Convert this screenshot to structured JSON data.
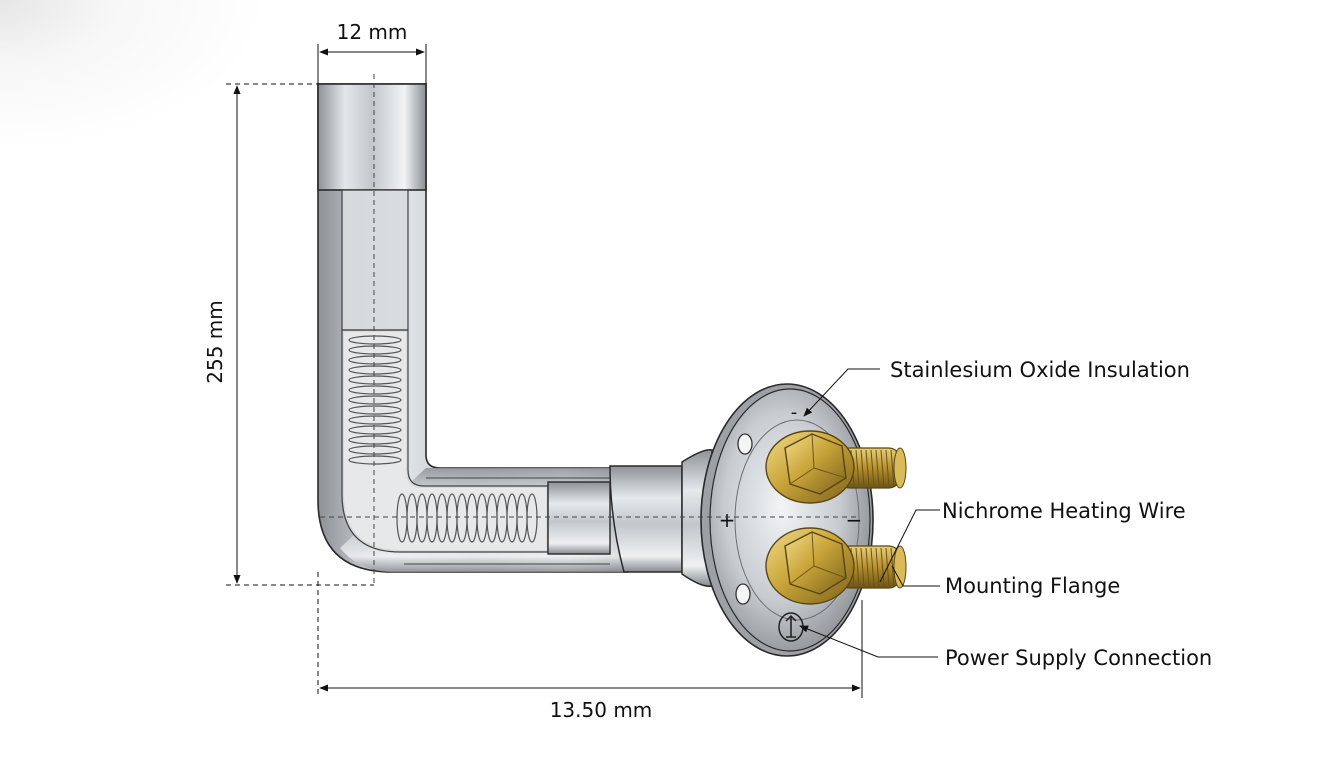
{
  "dimensions": {
    "width_top": "12 mm",
    "height_left": "255 mm",
    "length_bottom": "13.50 mm"
  },
  "callouts": {
    "insulation": "Stainlesium Oxide Insulation",
    "heating_wire": "Nichrome Heating Wire",
    "flange": "Mounting Flange",
    "power": "Power Supply Connection"
  },
  "polarity": {
    "plus": "+",
    "minus_right": "−",
    "minus_top": "-"
  },
  "colors": {
    "steel": "#bfc3c7",
    "brass": "#c9a53a",
    "outline": "#2a2a2a"
  }
}
